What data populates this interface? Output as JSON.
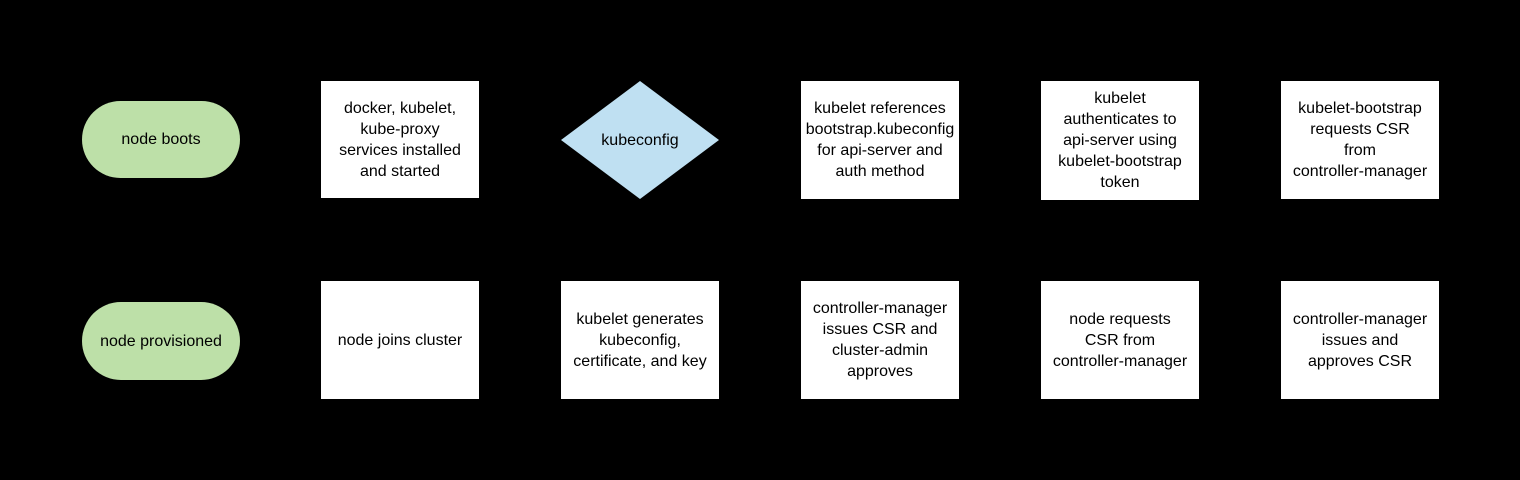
{
  "diagram": {
    "background": "#000000",
    "colors": {
      "terminator_fill": "#bde0a8",
      "process_fill": "#ffffff",
      "decision_fill": "#bfe0f2",
      "text": "#000000"
    },
    "nodes": {
      "node_boots": {
        "label": "node boots"
      },
      "services_installed": {
        "text": "docker, kubelet,\nkube-proxy\nservices installed\nand started"
      },
      "kubeconfig_decision": {
        "label": "kubeconfig"
      },
      "kubelet_references": {
        "text": "kubelet references\nbootstrap.kubeconfig\nfor api-server and\nauth method"
      },
      "kubelet_authenticates": {
        "text": "kubelet\nauthenticates to\napi-server using\nkubelet-bootstrap\ntoken"
      },
      "bootstrap_requests_csr": {
        "text": "kubelet-bootstrap\nrequests CSR\nfrom\ncontroller-manager"
      },
      "node_provisioned": {
        "label": "node provisioned"
      },
      "node_joins_cluster": {
        "text": "node joins cluster"
      },
      "kubelet_generates": {
        "text": "kubelet generates\nkubeconfig,\ncertificate, and key"
      },
      "cm_issues_csr_admin_approves": {
        "text": "controller-manager\nissues CSR and\ncluster-admin\napproves"
      },
      "node_requests_csr": {
        "text": "node requests\nCSR from\ncontroller-manager"
      },
      "cm_issues_and_approves": {
        "text": "controller-manager\nissues and\napproves CSR"
      }
    }
  }
}
